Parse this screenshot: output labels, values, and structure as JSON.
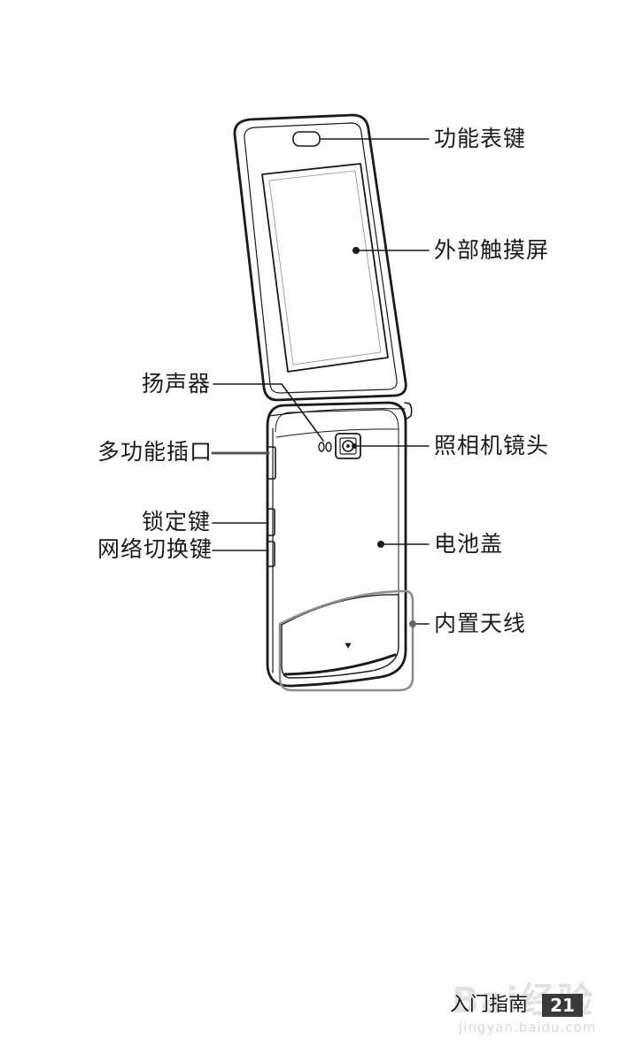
{
  "labels": {
    "function_key": "功能表键",
    "touch_screen": "外部触摸屏",
    "speaker": "扬声器",
    "multi_jack": "多功能插口",
    "camera_lens": "照相机镜头",
    "lock_key": "锁定键",
    "network_key": "网络切换键",
    "battery_cover": "电池盖",
    "antenna": "内置天线"
  },
  "footer": {
    "section": "入门指南",
    "page": "21"
  },
  "watermark": {
    "brand": "Bai经验",
    "url": "jingyan.baidu.com"
  }
}
